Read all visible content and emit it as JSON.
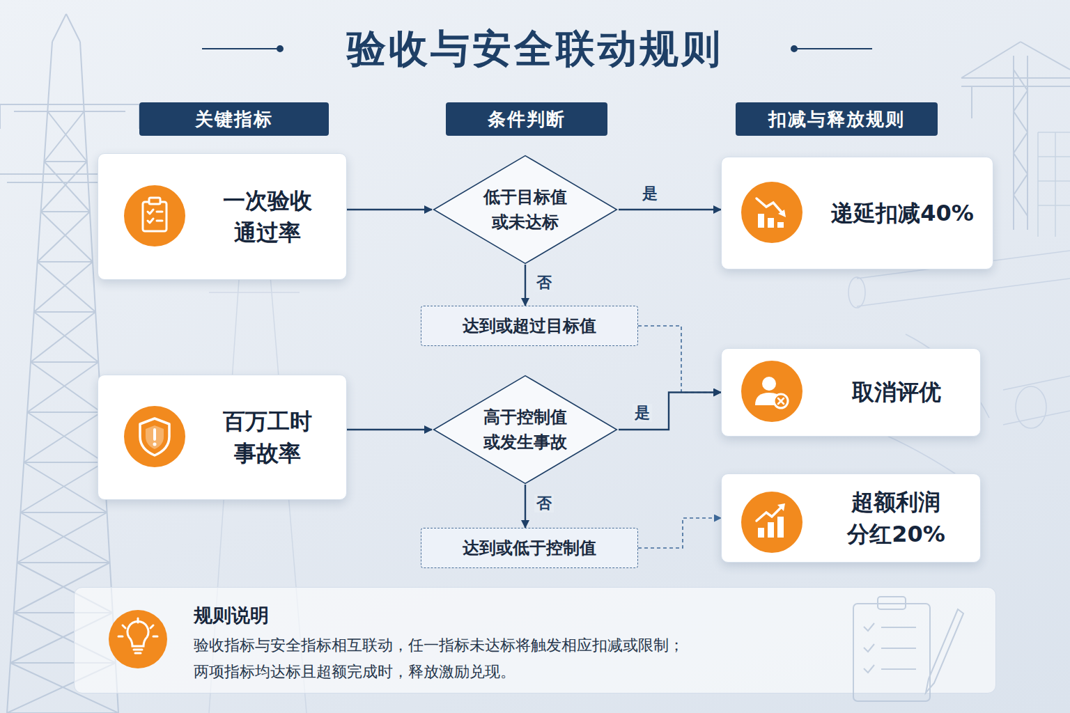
{
  "diagram": {
    "title": "验收与安全联动规则",
    "nodes": [
      {
        "text": [
          "关键指标"
        ]
      },
      {
        "text": [
          "条件判断"
        ]
      },
      {
        "text": [
          "扣减与释放规则"
        ]
      },
      {
        "text": [
          "一次验收 通过率"
        ]
      },
      {
        "text": [
          "低于目标值 或未达标"
        ]
      },
      {
        "text": [
          "递延扣减40%"
        ]
      },
      {
        "text": [
          "达到或超过目标值"
        ]
      },
      {
        "text": [
          "百万工时 事故率"
        ]
      },
      {
        "text": [
          "高于控制值 或发生事故"
        ]
      },
      {
        "text": [
          "取消评优"
        ]
      },
      {
        "text": [
          "达到或低于控制值"
        ]
      },
      {
        "text": [
          "超额利润 分红20%"
        ]
      },
      {
        "text": [
          "规则说明",
          "验收指标与安全指标相互联动，任一指标未达标将触发相应扣减或限制； 两项指标均达标且超额完成时，释放激励兑现。"
        ]
      }
    ],
    "edges": [
      {
        "from": 3,
        "to": 4,
        "arrow": "to"
      },
      {
        "from": 4,
        "to": 5,
        "label": "是",
        "arrow": "to"
      },
      {
        "from": 4,
        "to": 6,
        "label": "否",
        "arrow": "to"
      },
      {
        "from": 6,
        "to": 9,
        "arrow": "to"
      },
      {
        "from": 7,
        "to": 8,
        "arrow": "to"
      },
      {
        "from": 8,
        "to": 9,
        "label": "是",
        "arrow": "to"
      },
      {
        "from": 8,
        "to": 10,
        "label": "否",
        "arrow": "to"
      },
      {
        "from": 10,
        "to": 11,
        "arrow": "to"
      }
    ]
  }
}
